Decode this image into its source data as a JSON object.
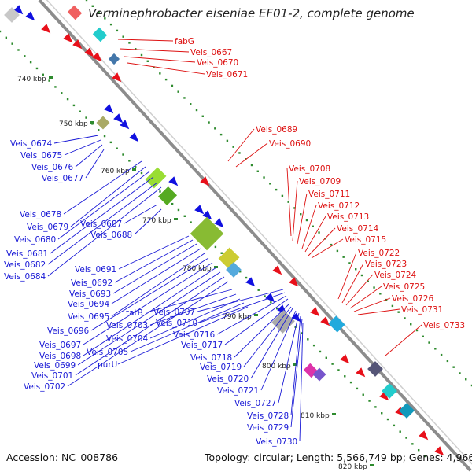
{
  "title": "Verminephrobacter eiseniae EF01-2, complete genome",
  "footer": {
    "accession": "Accession: NC_008786",
    "topology": "Topology: circular; Length: 5,566,749 bp; Genes: 4,966"
  },
  "colors": {
    "forward_labels": "#dd1111",
    "reverse_labels": "#1a1ad6",
    "backbone": "#8c8c8c",
    "gc_marks": "#2e8b2e",
    "forward_genes": "#e8101a",
    "reverse_genes": "#1010e0"
  },
  "kbp_ticks": [
    "740 kbp",
    "750 kbp",
    "760 kbp",
    "770 kbp",
    "780 kbp",
    "790 kbp",
    "800 kbp",
    "810 kbp",
    "820 kbp"
  ],
  "forward_genes": [
    "fabG",
    "Veis_0667",
    "Veis_0670",
    "Veis_0671",
    "Veis_0689",
    "Veis_0690",
    "Veis_0708",
    "Veis_0709",
    "Veis_0711",
    "Veis_0712",
    "Veis_0713",
    "Veis_0714",
    "Veis_0715",
    "Veis_0722",
    "Veis_0723",
    "Veis_0724",
    "Veis_0725",
    "Veis_0726",
    "Veis_0731",
    "Veis_0733"
  ],
  "reverse_genes": [
    "Veis_0674",
    "Veis_0675",
    "Veis_0676",
    "Veis_0677",
    "Veis_0678",
    "Veis_0679",
    "Veis_0680",
    "Veis_0681",
    "Veis_0682",
    "Veis_0684",
    "Veis_0687",
    "Veis_0688",
    "Veis_0691",
    "Veis_0692",
    "Veis_0693",
    "Veis_0694",
    "Veis_0695",
    "Veis_0696",
    "Veis_0697",
    "Veis_0698",
    "Veis_0699",
    "Veis_0701",
    "Veis_0702",
    "tatB",
    "Veis_0703",
    "Veis_0704",
    "Veis_0705",
    "purU",
    "Veis_0707",
    "Veis_0710",
    "Veis_0716",
    "Veis_0717",
    "Veis_0718",
    "Veis_0719",
    "Veis_0720",
    "Veis_0721",
    "Veis_0727",
    "Veis_0728",
    "Veis_0729",
    "Veis_0730"
  ]
}
